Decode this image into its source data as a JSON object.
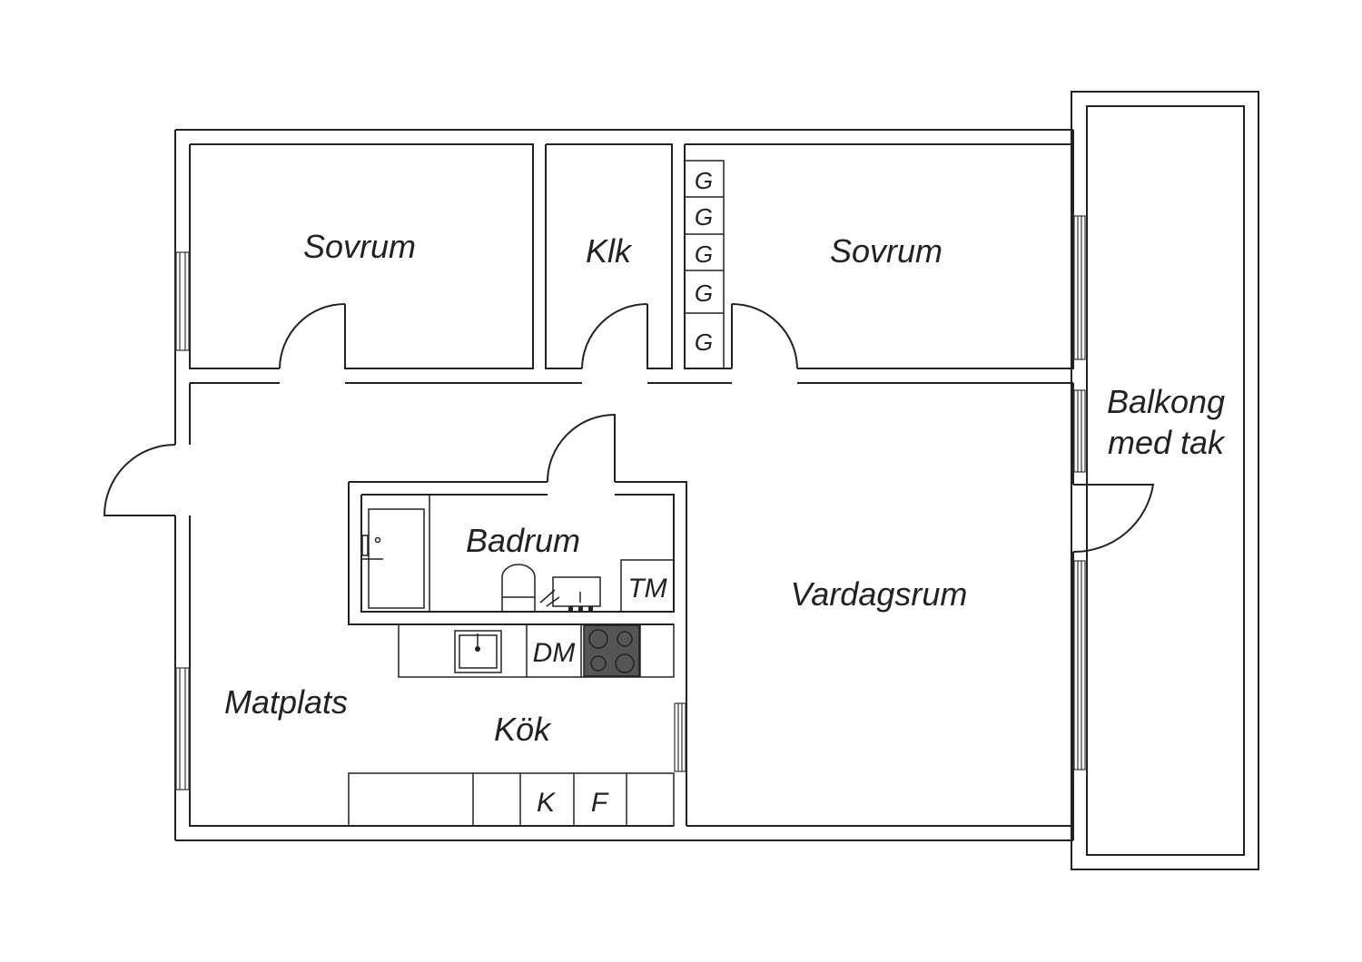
{
  "rooms": {
    "bedroom_left": "Sovrum",
    "closet": "Klk",
    "bedroom_right": "Sovrum",
    "balcony_line1": "Balkong",
    "balcony_line2": "med tak",
    "bathroom": "Badrum",
    "living_room": "Vardagsrum",
    "dining": "Matplats",
    "kitchen": "Kök"
  },
  "fixtures": {
    "wardrobe": [
      "G",
      "G",
      "G",
      "G",
      "G"
    ],
    "washing_machine": "TM",
    "dishwasher": "DM",
    "fridge": "K",
    "freezer": "F"
  },
  "colors": {
    "line": "#222222",
    "stove": "#555555"
  }
}
